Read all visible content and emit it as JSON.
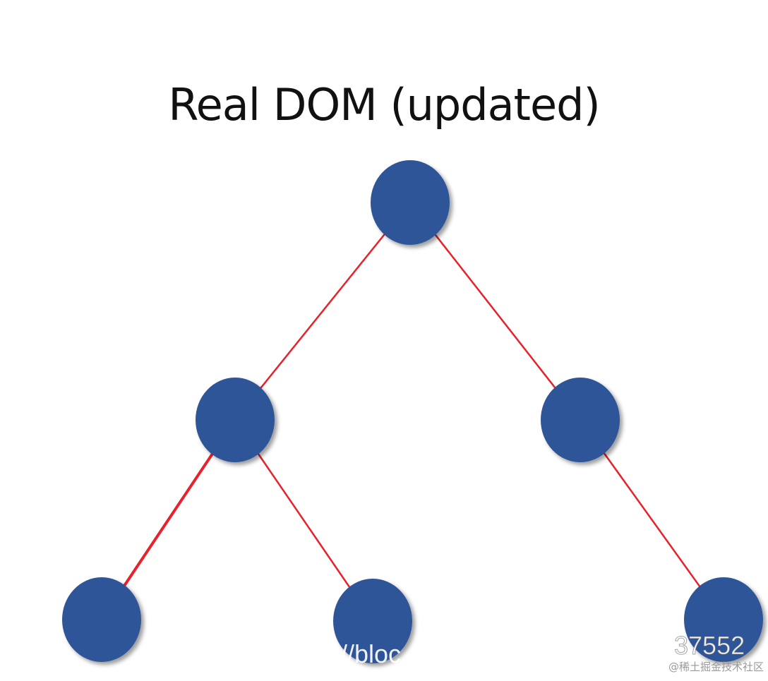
{
  "diagram": {
    "title": "Real DOM (updated)",
    "node_color": "#2f5597",
    "edge_color": "#e8212b",
    "nodes": [
      {
        "id": "root",
        "role": "root"
      },
      {
        "id": "left",
        "role": "child",
        "parent": "root"
      },
      {
        "id": "right",
        "role": "child",
        "parent": "root"
      },
      {
        "id": "left-left",
        "role": "leaf",
        "parent": "left"
      },
      {
        "id": "left-right",
        "role": "leaf",
        "parent": "left"
      },
      {
        "id": "right-right",
        "role": "leaf",
        "parent": "right"
      }
    ],
    "edges": [
      {
        "from": "root",
        "to": "left"
      },
      {
        "from": "root",
        "to": "right"
      },
      {
        "from": "left",
        "to": "left-left"
      },
      {
        "from": "left",
        "to": "left-right"
      },
      {
        "from": "right",
        "to": "right-right"
      }
    ]
  },
  "watermark": {
    "url_fragment": "://bloc",
    "number_fragment": "37552",
    "credit": "@稀土掘金技术社区"
  }
}
